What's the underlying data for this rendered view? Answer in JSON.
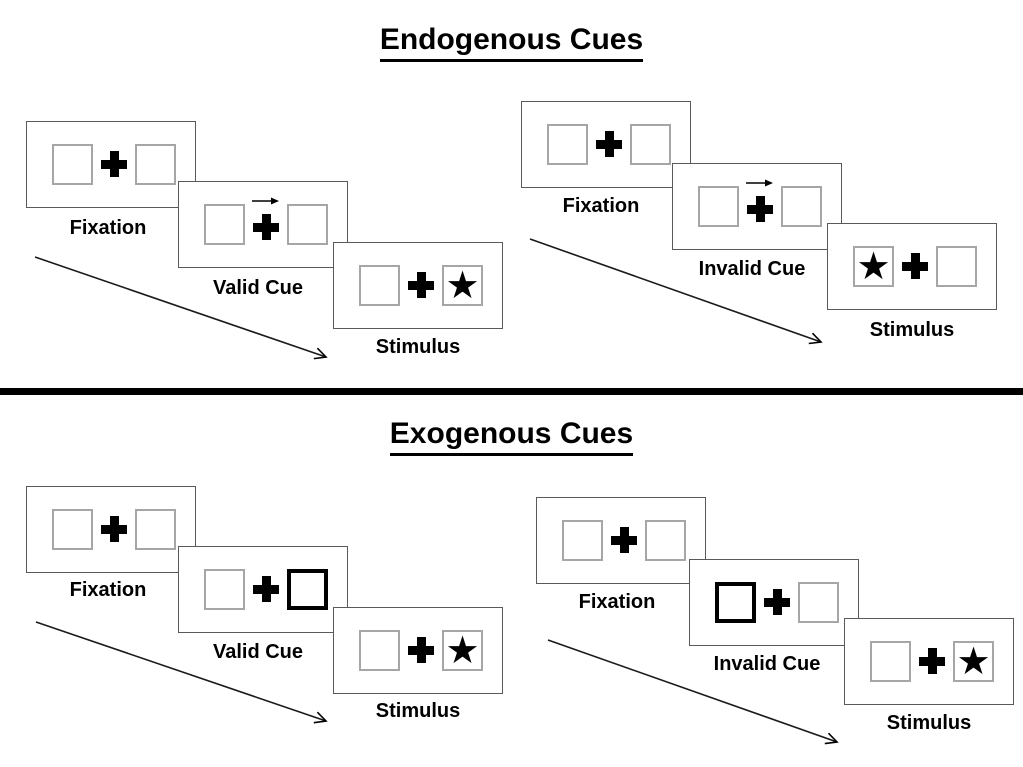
{
  "figure": {
    "sections": [
      {
        "id": "endogenous",
        "title": "Endogenous Cues",
        "cue_style": "central arrow above fixation cross",
        "groups": [
          {
            "id": "valid",
            "panels": [
              {
                "label": "Fixation",
                "type": "fixation"
              },
              {
                "label": "Valid Cue",
                "type": "cue",
                "cue": "arrow-right"
              },
              {
                "label": "Stimulus",
                "type": "stimulus",
                "star_side": "right"
              }
            ]
          },
          {
            "id": "invalid",
            "panels": [
              {
                "label": "Fixation",
                "type": "fixation"
              },
              {
                "label": "Invalid Cue",
                "type": "cue",
                "cue": "arrow-right"
              },
              {
                "label": "Stimulus",
                "type": "stimulus",
                "star_side": "left"
              }
            ]
          }
        ]
      },
      {
        "id": "exogenous",
        "title": "Exogenous Cues",
        "cue_style": "peripheral bold box",
        "groups": [
          {
            "id": "valid",
            "panels": [
              {
                "label": "Fixation",
                "type": "fixation"
              },
              {
                "label": "Valid Cue",
                "type": "cue",
                "cue": "bold-box-right"
              },
              {
                "label": "Stimulus",
                "type": "stimulus",
                "star_side": "right"
              }
            ]
          },
          {
            "id": "invalid",
            "panels": [
              {
                "label": "Fixation",
                "type": "fixation"
              },
              {
                "label": "Invalid Cue",
                "type": "cue",
                "cue": "bold-box-left"
              },
              {
                "label": "Stimulus",
                "type": "stimulus",
                "star_side": "right"
              }
            ]
          }
        ]
      }
    ],
    "glyphs": {
      "star": "★"
    },
    "colors": {
      "background": "#ffffff",
      "ink": "#000000",
      "panel_border": "#595959",
      "square_border": "#a6a6a6",
      "divider": "#000000"
    }
  }
}
